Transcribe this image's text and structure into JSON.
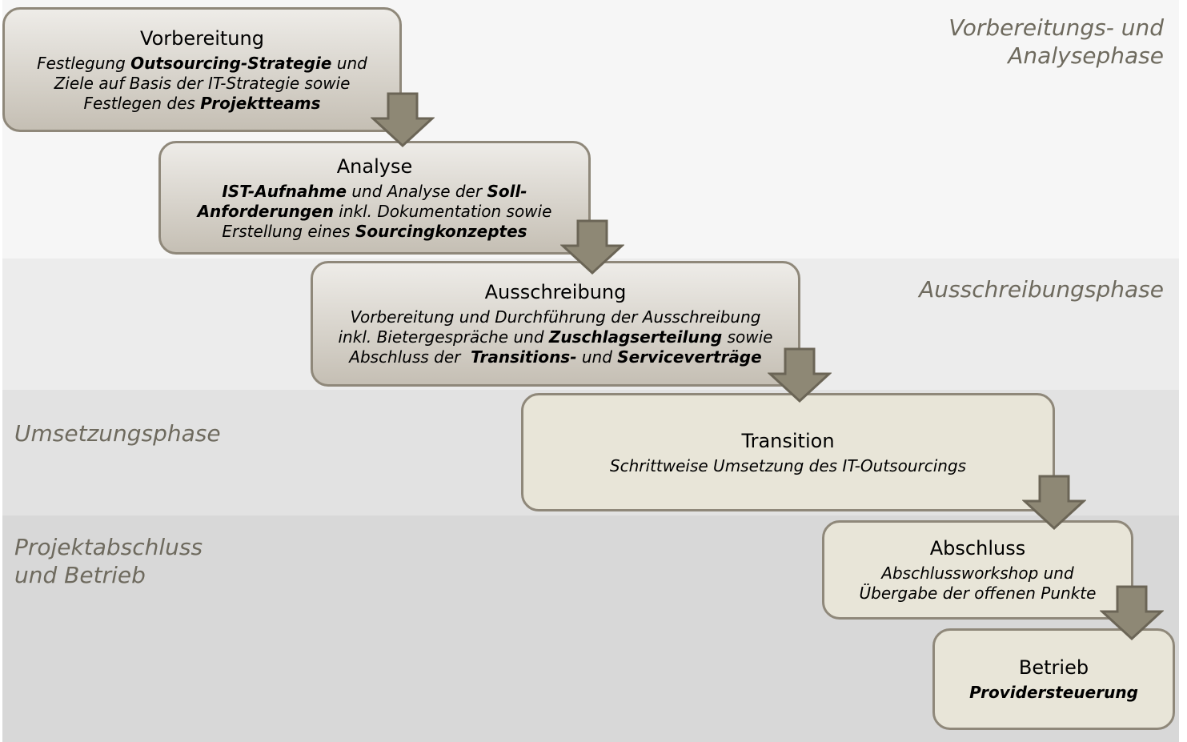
{
  "phases": [
    {
      "label_lines": [
        "Vorbereitungs- und",
        "Analysephase"
      ]
    },
    {
      "label_lines": [
        "Ausschreibungsphase"
      ]
    },
    {
      "label_lines": [
        "Umsetzungsphase"
      ]
    },
    {
      "label_lines": [
        "Projektabschluss",
        "und Betrieb"
      ]
    }
  ],
  "steps": [
    {
      "title": "Vorbereitung",
      "lines": [
        [
          {
            "t": "Festlegung "
          },
          {
            "t": "Outsourcing-Strategie",
            "b": true
          },
          {
            "t": " und"
          }
        ],
        [
          {
            "t": "Ziele auf Basis der IT-Strategie sowie"
          }
        ],
        [
          {
            "t": "Festlegen des "
          },
          {
            "t": "Projektteams",
            "b": true
          }
        ]
      ]
    },
    {
      "title": "Analyse",
      "lines": [
        [
          {
            "t": "IST-Aufnahme",
            "b": true
          },
          {
            "t": " und Analyse der "
          },
          {
            "t": "Soll-",
            "b": true
          }
        ],
        [
          {
            "t": "Anforderungen",
            "b": true
          },
          {
            "t": " inkl. Dokumentation sowie"
          }
        ],
        [
          {
            "t": "Erstellung eines "
          },
          {
            "t": "Sourcingkonzeptes",
            "b": true
          }
        ]
      ]
    },
    {
      "title": "Ausschreibung",
      "lines": [
        [
          {
            "t": "Vorbereitung und Durchführung der Ausschreibung"
          }
        ],
        [
          {
            "t": "inkl. Bietergespräche und "
          },
          {
            "t": "Zuschlagserteilung",
            "b": true
          },
          {
            "t": " sowie"
          }
        ],
        [
          {
            "t": "Abschluss der  "
          },
          {
            "t": "Transitions-",
            "b": true
          },
          {
            "t": " und "
          },
          {
            "t": "Serviceverträge",
            "b": true
          }
        ]
      ]
    },
    {
      "title": "Transition",
      "lines": [
        [
          {
            "t": "Schrittweise Umsetzung des IT-Outsourcings"
          }
        ]
      ]
    },
    {
      "title": "Abschluss",
      "lines": [
        [
          {
            "t": "Abschlussworkshop und"
          }
        ],
        [
          {
            "t": "Übergabe der offenen Punkte"
          }
        ]
      ]
    },
    {
      "title": "Betrieb",
      "lines": [
        [
          {
            "t": "Providersteuerung",
            "b": true
          }
        ]
      ]
    }
  ],
  "colors": {
    "box_border": "#8f887a",
    "arrow_fill": "#8e8875",
    "arrow_stroke": "#6b6556",
    "phase_text": "#6e6a5e"
  }
}
